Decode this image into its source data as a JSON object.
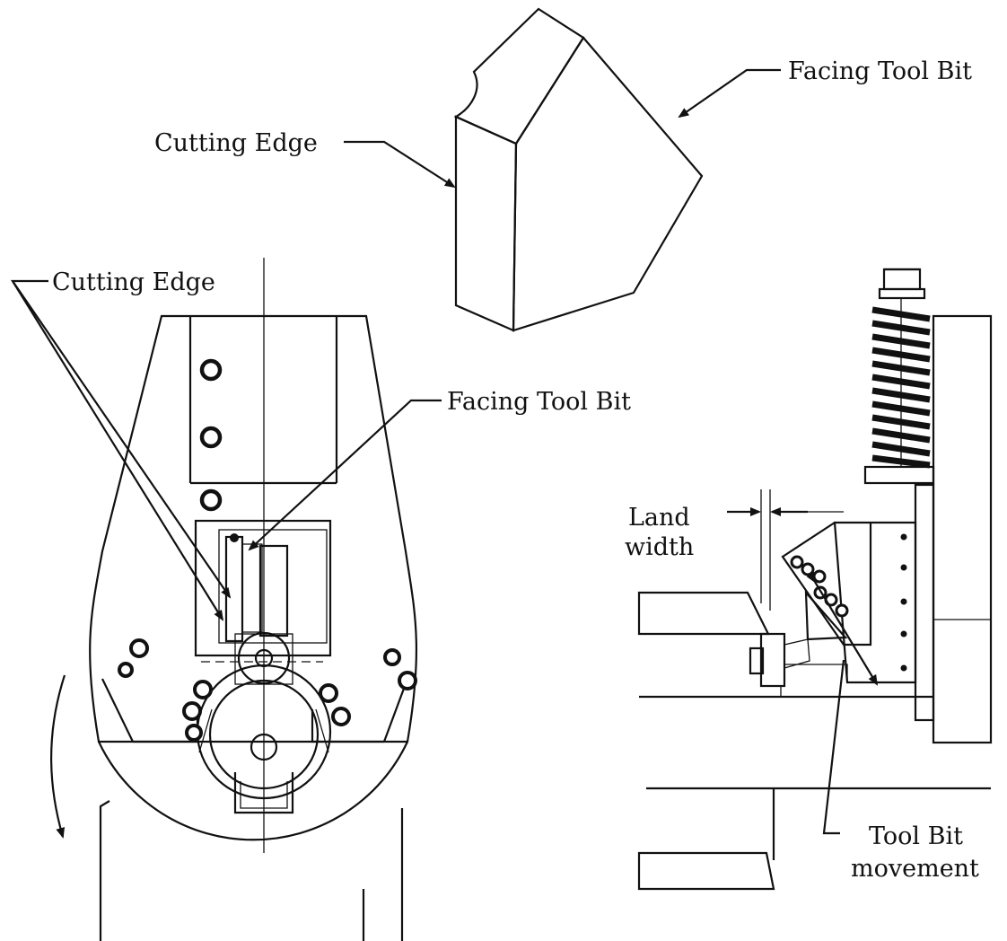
{
  "labels": {
    "top_facing_tool_bit": "Facing Tool Bit",
    "top_cutting_edge": "Cutting Edge",
    "left_cutting_edge": "Cutting Edge",
    "left_facing_tool_bit": "Facing Tool Bit",
    "land_width_line1": "Land",
    "land_width_line2": "width",
    "tool_bit_movement_line1": "Tool Bit",
    "tool_bit_movement_line2": "movement"
  }
}
